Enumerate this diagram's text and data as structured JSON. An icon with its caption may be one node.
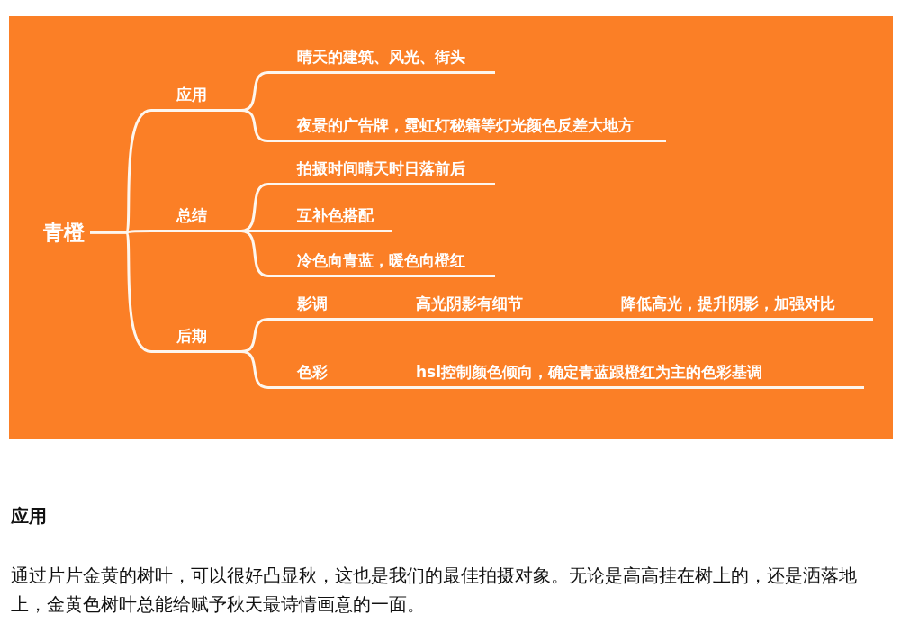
{
  "diagram": {
    "nodes": [
      {
        "text": [
          "青橙"
        ]
      },
      {
        "text": [
          "应用"
        ]
      },
      {
        "text": [
          "晴天的建筑、风光、街头"
        ]
      },
      {
        "text": [
          "夜景的广告牌，霓虹灯秘籍等灯光颜色反差大地方"
        ]
      },
      {
        "text": [
          "总结"
        ]
      },
      {
        "text": [
          "拍摄时间晴天时日落前后"
        ]
      },
      {
        "text": [
          "互补色搭配"
        ]
      },
      {
        "text": [
          "冷色向青蓝，暖色向橙红"
        ]
      },
      {
        "text": [
          "后期"
        ]
      },
      {
        "text": [
          "影调"
        ]
      },
      {
        "text": [
          "高光阴影有细节"
        ]
      },
      {
        "text": [
          "降低高光，提升阴影，加强对比"
        ]
      },
      {
        "text": [
          "色彩"
        ]
      },
      {
        "text": [
          "hsl控制颜色倾向，确定青蓝跟橙红为主的色彩基调"
        ]
      }
    ],
    "edges": [
      {
        "from": 0,
        "to": 1,
        "arrow": "none"
      },
      {
        "from": 0,
        "to": 4,
        "arrow": "none"
      },
      {
        "from": 0,
        "to": 8,
        "arrow": "none"
      },
      {
        "from": 1,
        "to": 2,
        "arrow": "none"
      },
      {
        "from": 1,
        "to": 3,
        "arrow": "none"
      },
      {
        "from": 4,
        "to": 5,
        "arrow": "none"
      },
      {
        "from": 4,
        "to": 6,
        "arrow": "none"
      },
      {
        "from": 4,
        "to": 7,
        "arrow": "none"
      },
      {
        "from": 8,
        "to": 9,
        "arrow": "none"
      },
      {
        "from": 8,
        "to": 12,
        "arrow": "none"
      },
      {
        "from": 9,
        "to": 10,
        "arrow": "none"
      },
      {
        "from": 10,
        "to": 11,
        "arrow": "none"
      },
      {
        "from": 12,
        "to": 13,
        "arrow": "none"
      }
    ],
    "labels": [
      "应用",
      "通过片片金黄的树叶，可以很好凸显秋，这也是我们的最佳拍摄对象。无论是高高挂在树上的，还是洒落地上，金黄色树叶总能给赋予秋天最诗情画意的一面。"
    ]
  }
}
